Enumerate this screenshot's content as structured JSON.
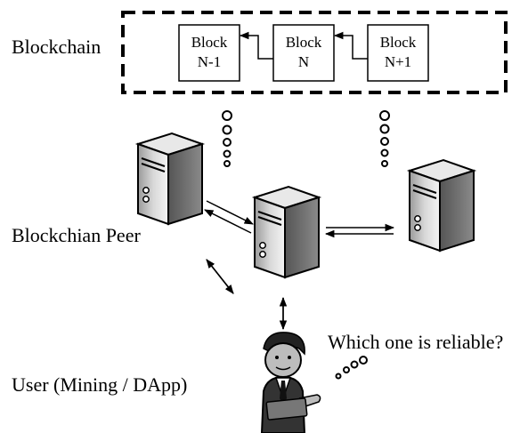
{
  "labels": {
    "blockchain": "Blockchain",
    "peer": "Blockchian Peer",
    "user": "User (Mining / DApp)",
    "question": "Which one is reliable?"
  },
  "blocks": [
    {
      "line1": "Block",
      "line2": "N-1"
    },
    {
      "line1": "Block",
      "line2": "N"
    },
    {
      "line1": "Block",
      "line2": "N+1"
    }
  ],
  "icons": [
    "server-icon",
    "user-figure-icon",
    "thought-bubble-icon"
  ]
}
